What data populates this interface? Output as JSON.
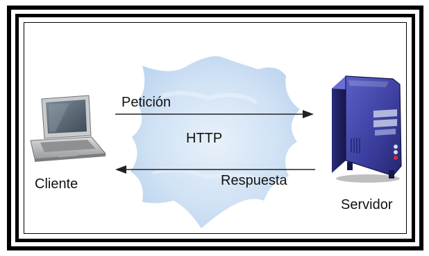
{
  "diagram": {
    "labels": {
      "request": "Petición",
      "protocol": "HTTP",
      "response": "Respuesta",
      "client": "Cliente",
      "server": "Servidor"
    },
    "icons": {
      "client": "laptop-icon",
      "server": "server-tower-icon",
      "network": "network-cloud-icon"
    },
    "colors": {
      "frame": "#000000",
      "cloud": "#c9ddf2",
      "server_body": "#3c3fa0",
      "laptop_body": "#b9bcbf"
    }
  }
}
